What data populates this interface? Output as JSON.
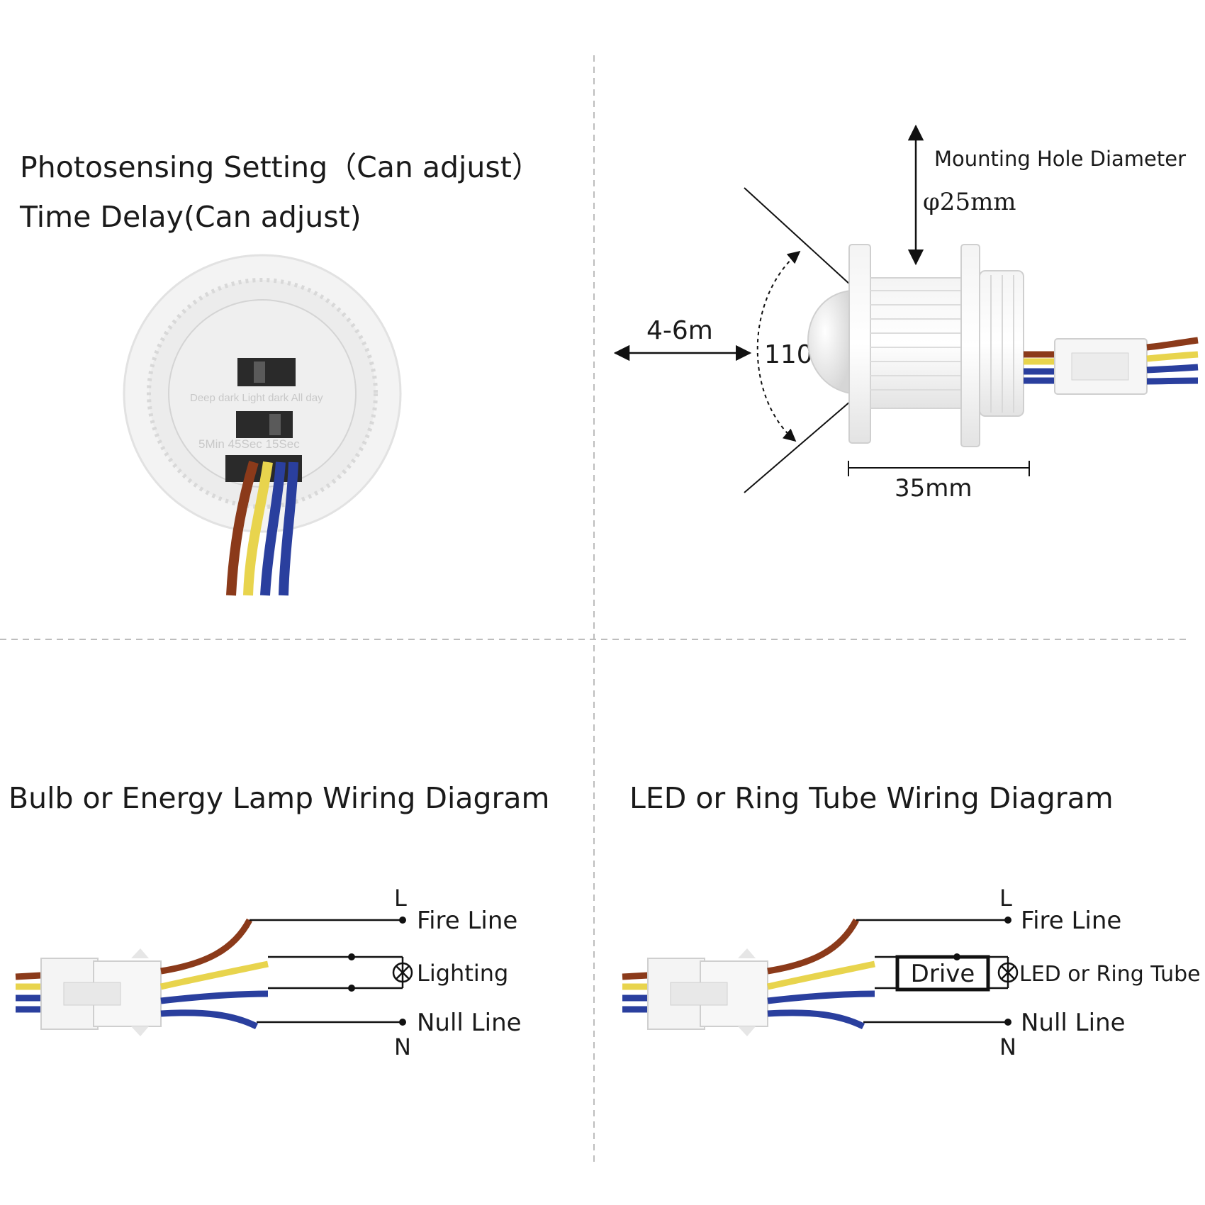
{
  "top_left": {
    "line1": "Photosensing Setting（Can adjust）",
    "line2": "Time Delay(Can adjust)",
    "dial_light_labels": "Deep dark Light dark All day",
    "dial_time_labels": "5Min 45Sec 15Sec"
  },
  "top_right": {
    "mounting_label": "Mounting Hole Diameter",
    "diameter": "φ25mm",
    "range": "4-6m",
    "angle": "110°",
    "length": "35mm"
  },
  "bottom_left": {
    "title": "Bulb or Energy Lamp Wiring Diagram",
    "L": "L",
    "fire": "Fire Line",
    "load": "Lighting",
    "null": "Null Line",
    "N": "N"
  },
  "bottom_right": {
    "title": "LED or Ring Tube Wiring Diagram",
    "L": "L",
    "fire": "Fire Line",
    "drive": "Drive",
    "load": "LED or Ring Tube",
    "null": "Null Line",
    "N": "N"
  },
  "colors": {
    "brown": "#8b3a1a",
    "yellow": "#e8d44d",
    "blue": "#2a3f9e",
    "divider": "#bdbdbd"
  }
}
